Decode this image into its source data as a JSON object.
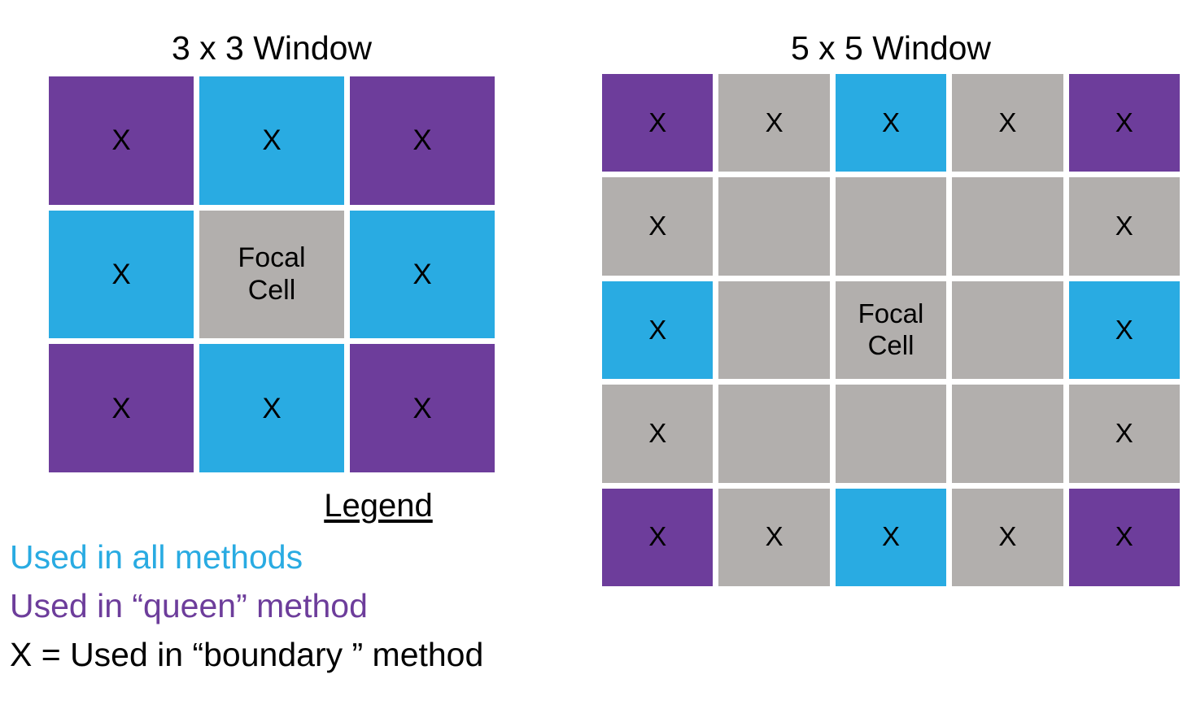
{
  "panels": [
    {
      "id": "3x3",
      "title": "3 x 3 Window",
      "rows": 3,
      "cols": 3,
      "cells": [
        {
          "fill": "purple",
          "text": "X"
        },
        {
          "fill": "blue",
          "text": "X"
        },
        {
          "fill": "purple",
          "text": "X"
        },
        {
          "fill": "blue",
          "text": "X"
        },
        {
          "fill": "gray",
          "text": "Focal\nCell",
          "focal": true
        },
        {
          "fill": "blue",
          "text": "X"
        },
        {
          "fill": "purple",
          "text": "X"
        },
        {
          "fill": "blue",
          "text": "X"
        },
        {
          "fill": "purple",
          "text": "X"
        }
      ]
    },
    {
      "id": "5x5",
      "title": "5 x 5 Window",
      "rows": 5,
      "cols": 5,
      "cells": [
        {
          "fill": "purple",
          "text": "X"
        },
        {
          "fill": "gray",
          "text": "X"
        },
        {
          "fill": "blue",
          "text": "X"
        },
        {
          "fill": "gray",
          "text": "X"
        },
        {
          "fill": "purple",
          "text": "X"
        },
        {
          "fill": "gray",
          "text": "X"
        },
        {
          "fill": "gray",
          "text": ""
        },
        {
          "fill": "gray",
          "text": ""
        },
        {
          "fill": "gray",
          "text": ""
        },
        {
          "fill": "gray",
          "text": "X"
        },
        {
          "fill": "blue",
          "text": "X"
        },
        {
          "fill": "gray",
          "text": ""
        },
        {
          "fill": "gray",
          "text": "Focal\nCell",
          "focal": true
        },
        {
          "fill": "gray",
          "text": ""
        },
        {
          "fill": "blue",
          "text": "X"
        },
        {
          "fill": "gray",
          "text": "X"
        },
        {
          "fill": "gray",
          "text": ""
        },
        {
          "fill": "gray",
          "text": ""
        },
        {
          "fill": "gray",
          "text": ""
        },
        {
          "fill": "gray",
          "text": "X"
        },
        {
          "fill": "purple",
          "text": "X"
        },
        {
          "fill": "gray",
          "text": "X"
        },
        {
          "fill": "blue",
          "text": "X"
        },
        {
          "fill": "gray",
          "text": "X"
        },
        {
          "fill": "purple",
          "text": "X"
        }
      ]
    }
  ],
  "legend": {
    "title": "Legend",
    "entries": [
      {
        "text": "Used in all methods",
        "color": "#29abe2"
      },
      {
        "text": "Used in “queen” method",
        "color": "#6d3d9b"
      },
      {
        "text": "X = Used in “boundary ” method",
        "color": "#000000"
      }
    ]
  },
  "colors": {
    "blue": "#29abe2",
    "purple": "#6d3d9b",
    "gray": "#b2afad",
    "background": "#ffffff",
    "text": "#000000"
  }
}
